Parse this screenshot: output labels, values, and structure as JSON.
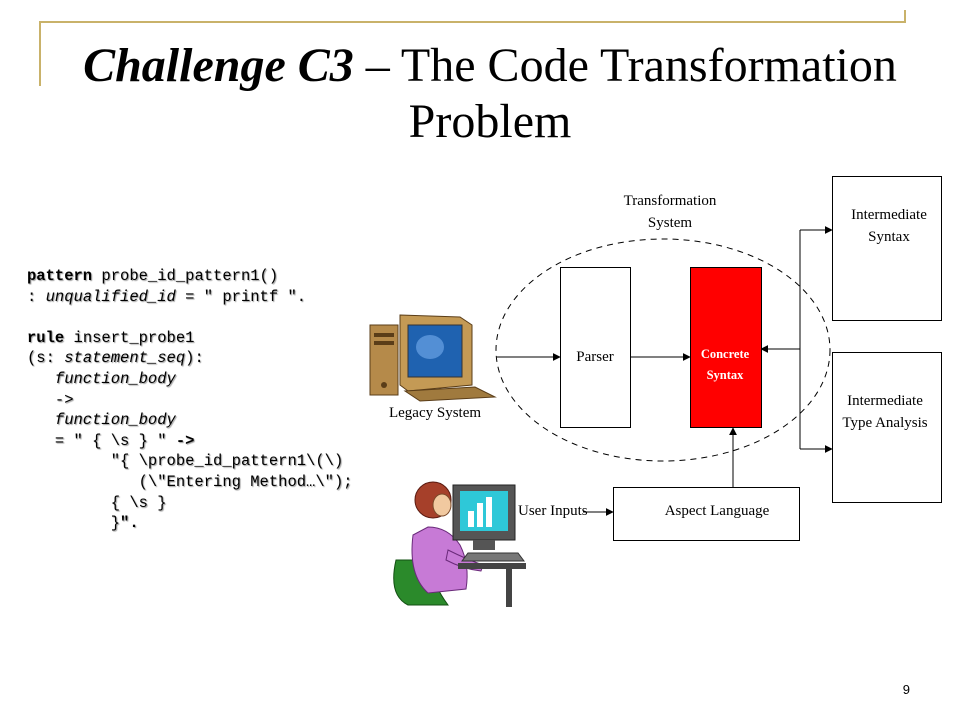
{
  "title": {
    "em": "Challenge C3",
    "rest": " – The Code Transformation Problem"
  },
  "code": {
    "l1_kw": "pattern",
    "l1_rest": " probe_id_pattern1()",
    "l2_pre": ": ",
    "l2_it": "unqualified_id",
    "l2_post": " = \" printf \".",
    "l3_kw": "rule",
    "l3_rest": " insert_probe1",
    "l4_pre": "(s: ",
    "l4_it": "statement_seq",
    "l4_post": "):",
    "l5": "function_body",
    "l6": "->",
    "l7": "function_body",
    "l8_pre": "= \" { \\s } \" ",
    "l8_b": "->",
    "l9": "\"{ \\probe_id_pattern1\\(\\)",
    "l10": "(\\\"Entering Method…\\\");",
    "l11": "{ \\s }",
    "l12_pre": "}",
    "l12_b": "\"."
  },
  "diagram": {
    "transformation_system": "Transformation System",
    "parser": "Parser",
    "concrete_syntax": "Concrete Syntax",
    "intermediate_syntax": "Intermediate Syntax",
    "intermediate_type_analysis": "Intermediate Type Analysis",
    "legacy_system": "Legacy System",
    "user_inputs": "User Inputs",
    "aspect_language": "Aspect Language",
    "concrete_color": "#ff0000"
  },
  "page_number": "9"
}
